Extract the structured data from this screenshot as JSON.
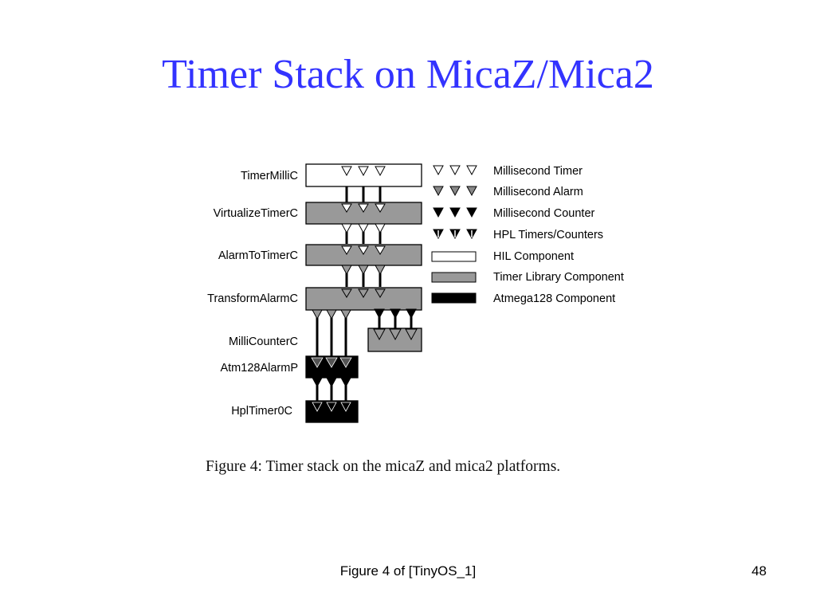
{
  "slide": {
    "title": "Timer Stack on MicaZ/Mica2",
    "caption": "Figure 4:  Timer stack on the micaZ and mica2 platforms.",
    "footer_source": "Figure 4 of [TinyOS_1]",
    "page_number": "48"
  },
  "diagram": {
    "components": [
      {
        "label": "TimerMilliC",
        "kind": "hil"
      },
      {
        "label": "VirtualizeTimerC",
        "kind": "library"
      },
      {
        "label": "AlarmToTimerC",
        "kind": "library"
      },
      {
        "label": "TransformAlarmC",
        "kind": "library"
      },
      {
        "label": "MilliCounterC",
        "kind": "library"
      },
      {
        "label": "Atm128AlarmP",
        "kind": "atmega"
      },
      {
        "label": "HplTimer0C",
        "kind": "atmega"
      }
    ],
    "legend": [
      {
        "label": "Millisecond Timer",
        "symbol": "white-triangle"
      },
      {
        "label": "Millisecond Alarm",
        "symbol": "gray-triangle"
      },
      {
        "label": "Millisecond Counter",
        "symbol": "black-triangle"
      },
      {
        "label": "HPL Timers/Counters",
        "symbol": "hpl-triangle"
      },
      {
        "label": "HIL Component",
        "symbol": "white-box"
      },
      {
        "label": "Timer Library Component",
        "symbol": "gray-box"
      },
      {
        "label": "Atmega128 Component",
        "symbol": "black-box"
      }
    ],
    "colors": {
      "hil_fill": "#ffffff",
      "library_fill": "#999999",
      "atmega_fill": "#000000",
      "title": "#3333ff"
    }
  }
}
